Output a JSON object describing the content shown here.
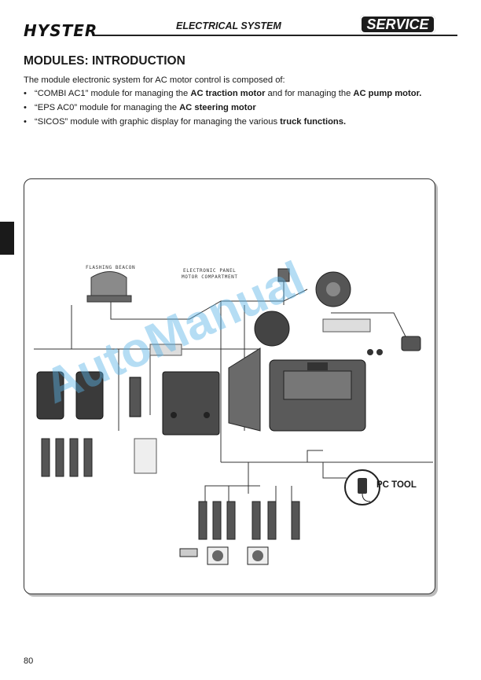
{
  "header": {
    "logo": "HYSTER",
    "title": "ELECTRICAL SYSTEM",
    "badge": "SERVICE"
  },
  "section": {
    "title": "MODULES: INTRODUCTION",
    "intro": "The module electronic system for AC motor control is composed of:",
    "bullets": [
      {
        "pre": "“COMBI AC1” module for managing the ",
        "b1": "AC traction motor",
        "mid": " and for managing the ",
        "b2": "AC pump motor."
      },
      {
        "pre": "“EPS AC0” module for managing the ",
        "b1": "AC steering motor",
        "mid": "",
        "b2": ""
      },
      {
        "pre": "“SICOS” module with graphic display  for managing the various ",
        "b1": "truck functions.",
        "mid": "",
        "b2": ""
      }
    ]
  },
  "diagram": {
    "flashing_beacon": "FLASHING BEACON",
    "electronic_panel": "ELECTRONIC PANEL",
    "motor_compartment": "MOTOR COMPARTMENT",
    "pc_tool": "PC TOOL",
    "watermark": "AutoManual"
  },
  "page_number": "80"
}
